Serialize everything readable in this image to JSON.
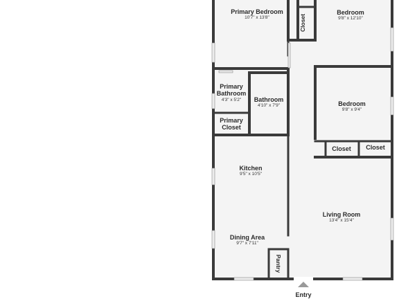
{
  "colors": {
    "wall": "#3a3a3a",
    "floor": "#f5f5f5",
    "window": "#e8e8e8",
    "entry_marker": "#9a9a9a"
  },
  "rooms": {
    "primary_bedroom": {
      "name": "Primary Bedroom",
      "dims": "10'7\" x 13'8\""
    },
    "bedroom_top": {
      "name": "Bedroom",
      "dims": "9'8\" x 12'10\""
    },
    "closet_vertical": {
      "name": "Closet"
    },
    "primary_bathroom": {
      "name": "Primary\nBathroom",
      "name_line1": "Primary",
      "name_line2": "Bathroom",
      "dims": "4'3\" x 5'2\""
    },
    "bathroom": {
      "name": "Bathroom",
      "dims": "4'10\" x 7'9\""
    },
    "bedroom_mid": {
      "name": "Bedroom",
      "dims": "9'8\" x 9'4\""
    },
    "primary_closet": {
      "name_line1": "Primary",
      "name_line2": "Closet"
    },
    "closet_a": {
      "name": "Closet"
    },
    "closet_b": {
      "name": "Closet"
    },
    "kitchen": {
      "name": "Kitchen",
      "dims": "9'5\" x 10'5\""
    },
    "living_room": {
      "name": "Living Room",
      "dims": "13'4\" x 15'4\""
    },
    "dining_area": {
      "name": "Dining Area",
      "dims": "9'7\" x 7'11\""
    },
    "pantry": {
      "name": "Pantry"
    }
  },
  "entry": {
    "label": "Entry"
  }
}
